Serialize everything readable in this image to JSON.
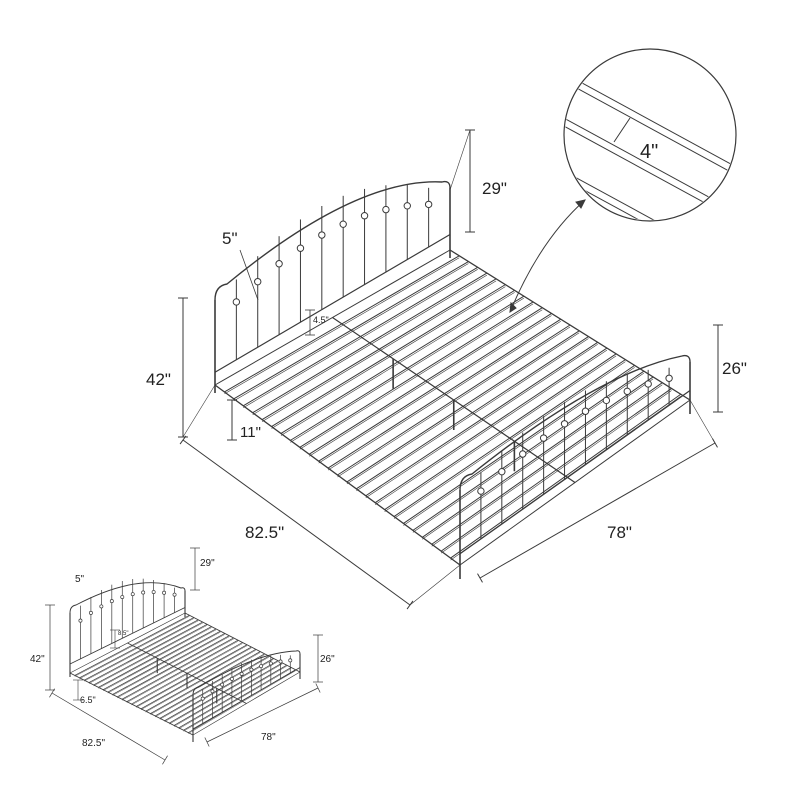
{
  "main_view": {
    "headboard_height": "29\"",
    "spindle_spacing": "5\"",
    "headboard_clearance": "4.5\"",
    "total_height": "42\"",
    "under_bed_clearance": "11\"",
    "length": "82.5\"",
    "width": "78\"",
    "footboard_height": "26\""
  },
  "detail_view": {
    "slat_spacing": "4\""
  },
  "small_view": {
    "headboard_height": "29\"",
    "spindle_spacing": "5\"",
    "headboard_clearance": "8.5\"",
    "total_height": "42\"",
    "under_bed_clearance": "6.5\"",
    "length": "82.5\"",
    "width": "78\"",
    "footboard_height": "26\""
  },
  "colors": {
    "line": "#3a3a3a",
    "text": "#222222",
    "background": "#ffffff"
  }
}
